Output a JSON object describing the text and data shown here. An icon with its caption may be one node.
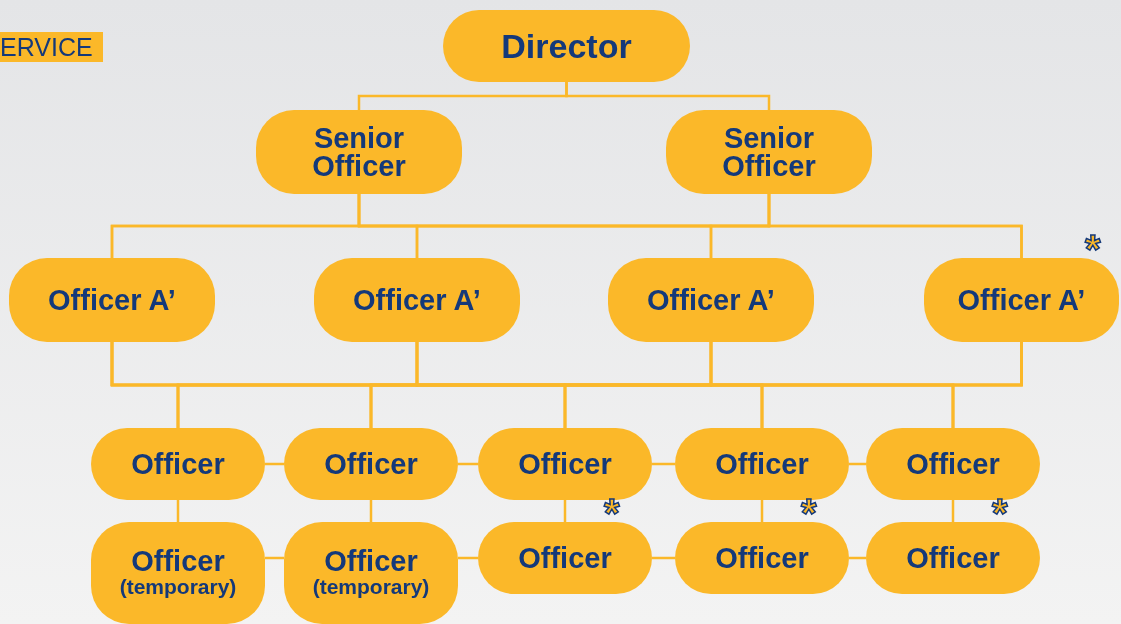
{
  "diagram": {
    "nodes": [
      {
        "text": [
          "Director"
        ]
      },
      {
        "text": [
          "Senior Officer"
        ]
      },
      {
        "text": [
          "Senior Officer"
        ]
      },
      {
        "text": [
          "Officer A’"
        ]
      },
      {
        "text": [
          "Officer A’"
        ]
      },
      {
        "text": [
          "Officer A’"
        ]
      },
      {
        "text": [
          "Officer A’"
        ],
        "beside": [
          "*"
        ]
      },
      {
        "text": [
          "Officer"
        ]
      },
      {
        "text": [
          "Officer"
        ]
      },
      {
        "text": [
          "Officer"
        ]
      },
      {
        "text": [
          "Officer"
        ]
      },
      {
        "text": [
          "Officer"
        ]
      },
      {
        "text": [
          "Officer",
          "(temporary)"
        ]
      },
      {
        "text": [
          "Officer",
          "(temporary)"
        ]
      },
      {
        "text": [
          "Officer"
        ],
        "beside": [
          "*"
        ]
      },
      {
        "text": [
          "Officer"
        ],
        "beside": [
          "*"
        ]
      },
      {
        "text": [
          "Officer"
        ],
        "beside": [
          "*"
        ]
      }
    ],
    "edges": [
      {
        "from": 0,
        "to": 1,
        "arrow": "none"
      },
      {
        "from": 0,
        "to": 2,
        "arrow": "none"
      },
      {
        "from": 1,
        "to": 3,
        "arrow": "none"
      },
      {
        "from": 1,
        "to": 4,
        "arrow": "none"
      },
      {
        "from": 1,
        "to": 5,
        "arrow": "none"
      },
      {
        "from": 1,
        "to": 6,
        "arrow": "none"
      },
      {
        "from": 2,
        "to": 3,
        "arrow": "none"
      },
      {
        "from": 2,
        "to": 4,
        "arrow": "none"
      },
      {
        "from": 2,
        "to": 5,
        "arrow": "none"
      },
      {
        "from": 2,
        "to": 6,
        "arrow": "none"
      },
      {
        "from": 3,
        "to": 7,
        "arrow": "none"
      },
      {
        "from": 3,
        "to": 8,
        "arrow": "none"
      },
      {
        "from": 3,
        "to": 9,
        "arrow": "none"
      },
      {
        "from": 3,
        "to": 10,
        "arrow": "none"
      },
      {
        "from": 3,
        "to": 11,
        "arrow": "none"
      },
      {
        "from": 4,
        "to": 7,
        "arrow": "none"
      },
      {
        "from": 4,
        "to": 8,
        "arrow": "none"
      },
      {
        "from": 4,
        "to": 9,
        "arrow": "none"
      },
      {
        "from": 4,
        "to": 10,
        "arrow": "none"
      },
      {
        "from": 4,
        "to": 11,
        "arrow": "none"
      },
      {
        "from": 5,
        "to": 7,
        "arrow": "none"
      },
      {
        "from": 5,
        "to": 8,
        "arrow": "none"
      },
      {
        "from": 5,
        "to": 9,
        "arrow": "none"
      },
      {
        "from": 5,
        "to": 10,
        "arrow": "none"
      },
      {
        "from": 5,
        "to": 11,
        "arrow": "none"
      },
      {
        "from": 6,
        "to": 7,
        "arrow": "none"
      },
      {
        "from": 6,
        "to": 8,
        "arrow": "none"
      },
      {
        "from": 6,
        "to": 9,
        "arrow": "none"
      },
      {
        "from": 6,
        "to": 10,
        "arrow": "none"
      },
      {
        "from": 6,
        "to": 11,
        "arrow": "none"
      },
      {
        "from": 7,
        "to": 8,
        "arrow": "none"
      },
      {
        "from": 8,
        "to": 9,
        "arrow": "none"
      },
      {
        "from": 9,
        "to": 10,
        "arrow": "none"
      },
      {
        "from": 10,
        "to": 11,
        "arrow": "none"
      },
      {
        "from": 7,
        "to": 12,
        "arrow": "none"
      },
      {
        "from": 8,
        "to": 13,
        "arrow": "none"
      },
      {
        "from": 9,
        "to": 14,
        "arrow": "none"
      },
      {
        "from": 10,
        "to": 15,
        "arrow": "none"
      },
      {
        "from": 11,
        "to": 16,
        "arrow": "none"
      },
      {
        "from": 12,
        "to": 13,
        "arrow": "none"
      },
      {
        "from": 13,
        "to": 14,
        "arrow": "none"
      },
      {
        "from": 14,
        "to": 15,
        "arrow": "none"
      },
      {
        "from": 15,
        "to": 16,
        "arrow": "none"
      }
    ],
    "labels": [
      "ERVICE"
    ]
  }
}
